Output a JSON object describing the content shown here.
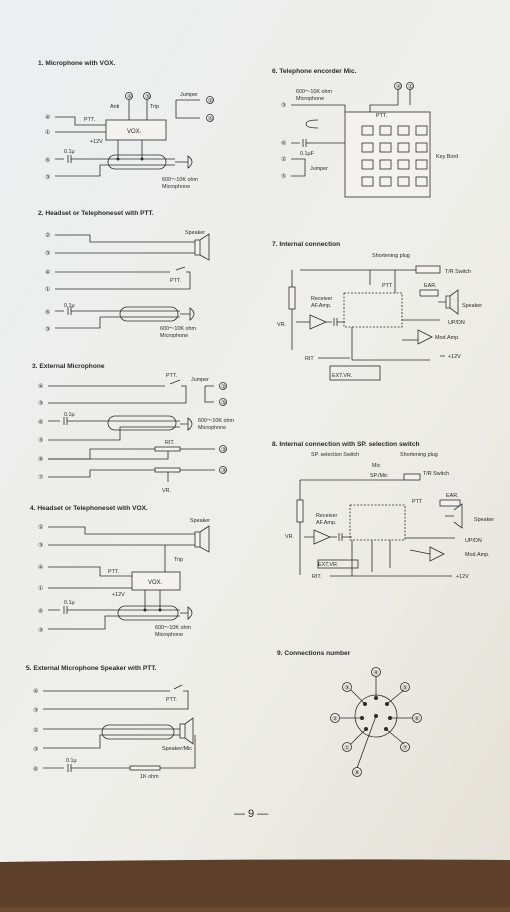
{
  "page_number": "— 9 —",
  "sections": {
    "s1": {
      "title": "1. Microphone with VOX.",
      "anti": "Anti",
      "trip": "Trip",
      "jumper": "Jumper",
      "ptt": "PTT.",
      "vox": "VOX.",
      "v12": "+12V",
      "cap": "0.1μ",
      "mic1": "600～10K ohm",
      "mic2": "Microphone"
    },
    "s2": {
      "title": "2. Headset or Telephoneset with PTT.",
      "speaker": "Speaker",
      "ptt": "PTT.",
      "cap": "0.1μ",
      "mic1": "600～10K ohm",
      "mic2": "Microphone"
    },
    "s3": {
      "title": "3. External Microphone",
      "ptt": "PTT.",
      "jumper": "Jumper",
      "cap": "0.1μ",
      "mic1": "600～10K ohm",
      "mic2": "Microphone",
      "rit": "RIT.",
      "vr": "VR."
    },
    "s4": {
      "title": "4. Headset or Telephoneset with VOX.",
      "speaker": "Speaker",
      "trip": "Trip",
      "ptt": "PTT.",
      "vox": "VOX.",
      "v12": "+12V",
      "cap": "0.1μ",
      "mic1": "600～10K ohm",
      "mic2": "Microphone"
    },
    "s5": {
      "title": "5. External Microphone Speaker with PTT.",
      "ptt": "PTT.",
      "spk": "Speaker/Mic",
      "cap": "0.1μ",
      "res": "1K ohm"
    },
    "s6": {
      "title": "6. Telephone encorder Mic.",
      "mic1": "600～10K ohm",
      "mic2": "Microphone",
      "ptt": "PTT.",
      "cap": "0.1μF",
      "jumper": "Jumper",
      "keyboard": "Key Bord"
    },
    "s7": {
      "title": "7. Internal connection",
      "plug": "Shortening plug",
      "trsw": "T/R Switch",
      "ptt": "PTT",
      "ear": "EAR.",
      "rx1": "Receiver",
      "rx2": "AF.Amp.",
      "speaker": "Speaker",
      "vr": "VR.",
      "updn": "UP/DN",
      "mod": "Mod.Amp.",
      "rit": "RIT",
      "v12": "+12V",
      "extvr": "EXT.VR."
    },
    "s8": {
      "title": "8. Internal connection with SP. selection switch",
      "sub": "SP. selection Switch",
      "plug": "Shortening plug",
      "mic": "Mic",
      "spmic": "SP./Mic",
      "trsw": "T/R Switch",
      "ptt": "PTT",
      "ear": "EAR.",
      "rx1": "Receiver",
      "rx2": "AF.Amp.",
      "speaker": "Speaker",
      "vr": "VR.",
      "updn": "UP/DN",
      "mod": "Mod.Amp.",
      "extvr": "EXT.VR.",
      "rit": "RIT.",
      "v12": "+12V"
    },
    "s9": {
      "title": "9. Connections number"
    }
  }
}
